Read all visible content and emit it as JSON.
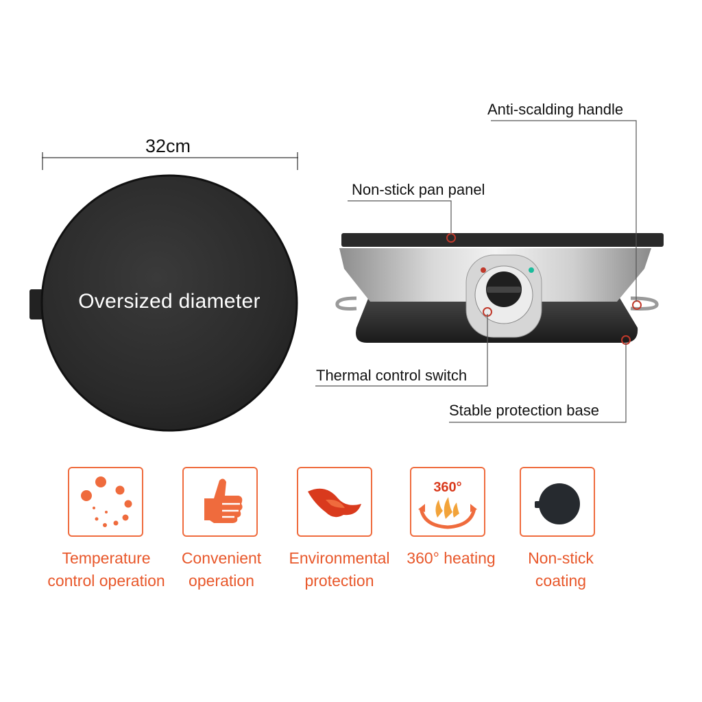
{
  "dimension": {
    "label": "32cm"
  },
  "pan_top_view": {
    "title": "Oversized diameter"
  },
  "callouts": {
    "handle": "Anti-scalding handle",
    "panel": "Non-stick pan panel",
    "thermal_switch": "Thermal control switch",
    "base": "Stable protection base"
  },
  "features": [
    {
      "line1": "Temperature",
      "line2": "control operation",
      "icon": "dots-icon"
    },
    {
      "line1": "Convenient",
      "line2": "operation",
      "icon": "thumbs-up-icon"
    },
    {
      "line1": "Environmental",
      "line2": "protection",
      "icon": "leaf-icon"
    },
    {
      "line1": "360° heating",
      "line2": "",
      "icon": "heating-360-icon",
      "badge": "360°"
    },
    {
      "line1": "Non-stick",
      "line2": "coating",
      "icon": "pan-icon"
    }
  ],
  "colors": {
    "accent": "#ef6b3d",
    "accent_text": "#e8572a",
    "pan": "#2b2b2b"
  }
}
